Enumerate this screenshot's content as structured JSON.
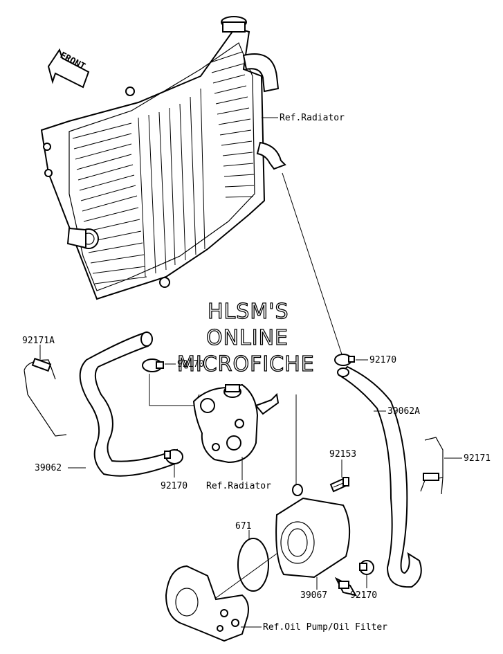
{
  "front_arrow": {
    "text": "FRONT"
  },
  "watermark": {
    "line1": "HLSM'S",
    "line2": "ONLINE",
    "line3": "MICROFICHE"
  },
  "labels": {
    "ref_radiator_top": "Ref.Radiator",
    "ref_radiator_mid": "Ref.Radiator",
    "ref_oil_pump": "Ref.Oil Pump/Oil Filter",
    "p92171A": "92171A",
    "p92171": "92171",
    "p92170_a": "92170",
    "p92170_b": "92170",
    "p92170_c": "92170",
    "p92170_d": "92170",
    "p39062": "39062",
    "p39062A": "39062A",
    "p92153": "92153",
    "p671": "671",
    "p39067": "39067"
  }
}
